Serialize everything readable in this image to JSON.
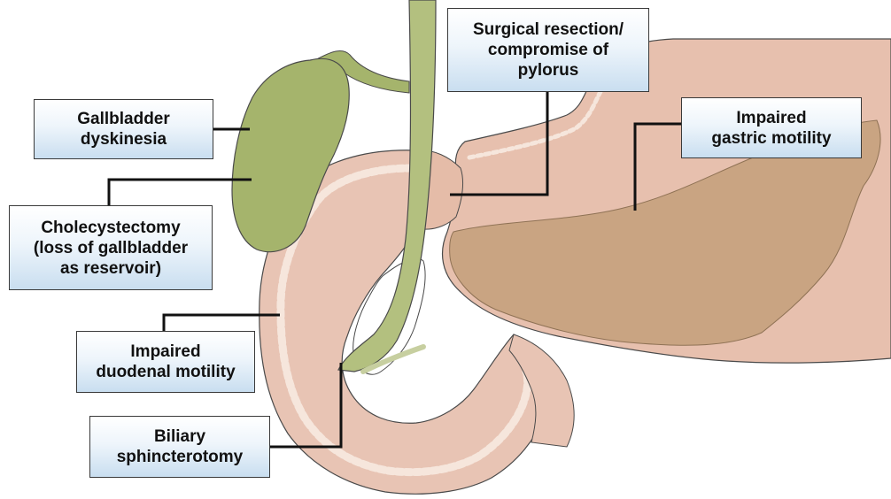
{
  "labels": {
    "gallbladder": "Gallbladder\ndyskinesia",
    "cholecystectomy": "Cholecystectomy\n(loss of gallbladder\nas reservoir)",
    "duodenal": "Impaired\nduodenal motility",
    "biliary": "Biliary\nsphincterotomy",
    "pylorus": "Surgical resection/\ncompromise of\npylorus",
    "gastric": "Impaired\ngastric motility"
  },
  "colors": {
    "stomach": "#e7c0ae",
    "stomach_contents": "#c9a482",
    "duodenum": "#e8c4b4",
    "mucosa": "#f6e6dc",
    "gallbladder": "#a5b46c",
    "bile_duct": "#b3c07f",
    "outline": "#4a4a4a",
    "connector": "#111111"
  }
}
